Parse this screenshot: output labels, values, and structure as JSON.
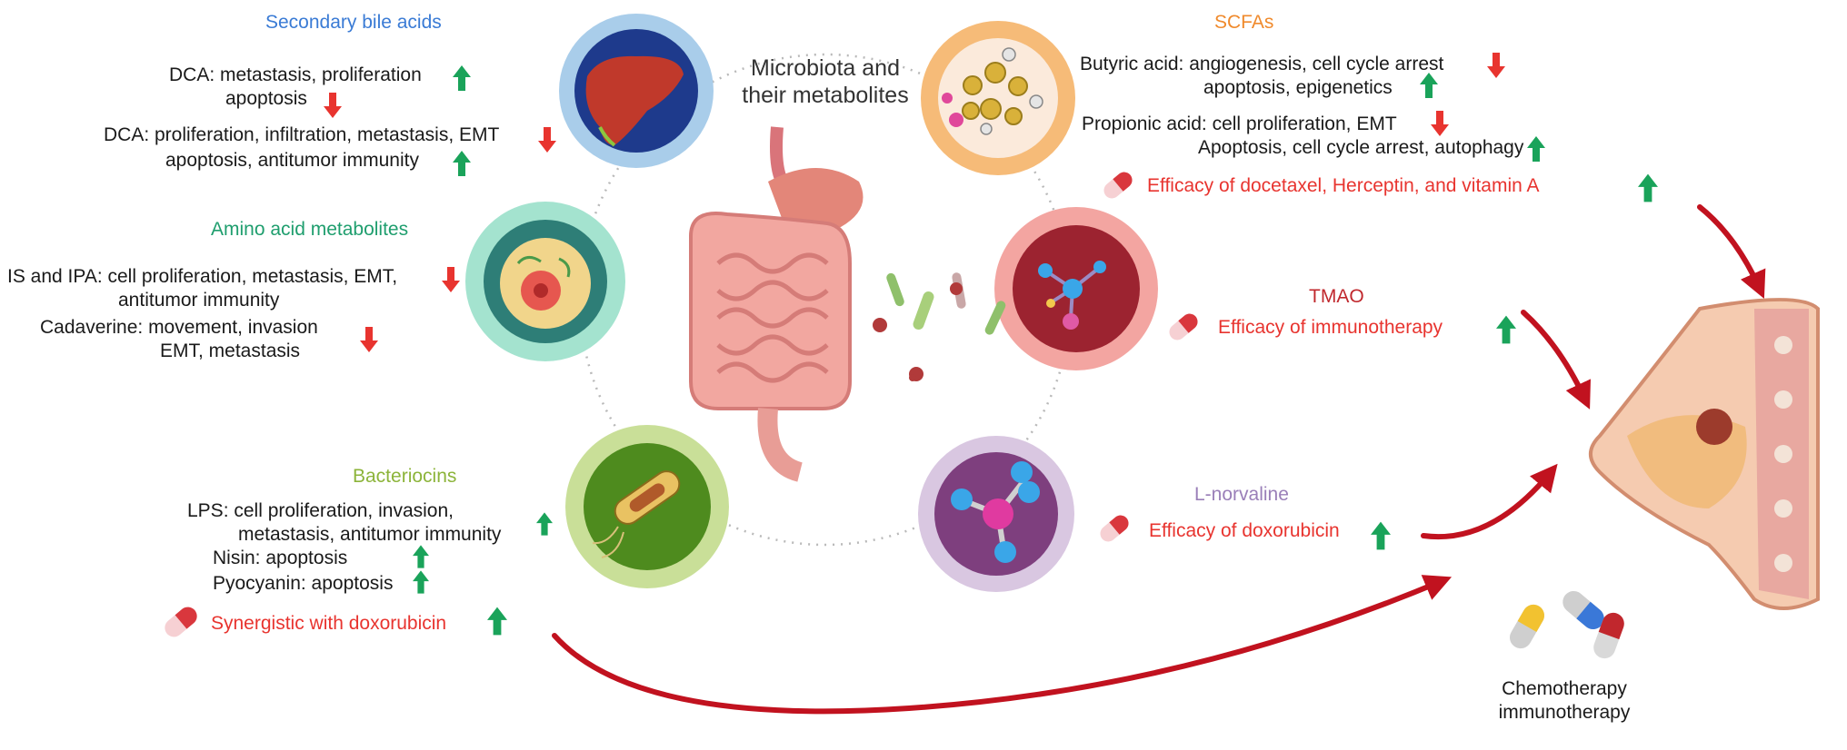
{
  "center_title": [
    "Microbiota and",
    "their metabolites"
  ],
  "groups": {
    "bile": {
      "title": "Secondary bile acids",
      "color": "#3a7bd5",
      "lines": [
        "DCA: metastasis, proliferation",
        "apoptosis",
        "DCA: proliferation, infiltration, metastasis, EMT",
        "apoptosis, antitumor immunity"
      ]
    },
    "amino": {
      "title": "Amino acid metabolites",
      "color": "#1f9e6e",
      "lines": [
        "IS and IPA: cell proliferation, metastasis, EMT,",
        "antitumor immunity",
        "Cadaverine: movement, invasion",
        "EMT, metastasis"
      ]
    },
    "bacteriocins": {
      "title": "Bacteriocins",
      "color": "#8cb43a",
      "lines": [
        "LPS: cell proliferation, invasion,",
        "metastasis, antitumor immunity",
        "Nisin: apoptosis",
        "Pyocyanin: apoptosis"
      ],
      "efficacy": "Synergistic with doxorubicin"
    },
    "scfa": {
      "title": "SCFAs",
      "color": "#f08a2c",
      "lines": [
        "Butyric acid: angiogenesis, cell cycle arrest",
        "apoptosis, epigenetics",
        "Propionic acid: cell proliferation, EMT",
        "Apoptosis, cell cycle arrest, autophagy"
      ],
      "efficacy": "Efficacy of docetaxel, Herceptin, and vitamin A"
    },
    "tmao": {
      "title": "TMAO",
      "color": "#c0282d",
      "efficacy": "Efficacy of immunotherapy"
    },
    "norvaline": {
      "title": "L-norvaline",
      "color": "#9a7fb8",
      "efficacy": "Efficacy of doxorubicin"
    }
  },
  "therapy_label": [
    "Chemotherapy",
    "immunotherapy"
  ],
  "colors": {
    "up": "#1aa35a",
    "down": "#e8342f",
    "arrow": "#c1121f",
    "efficacy": "#e8342f"
  },
  "icons": [
    "liver-icon",
    "molecule-icon",
    "cell-icon",
    "bacterium-icon",
    "intestine-icon",
    "breast-icon",
    "capsule-icon"
  ]
}
